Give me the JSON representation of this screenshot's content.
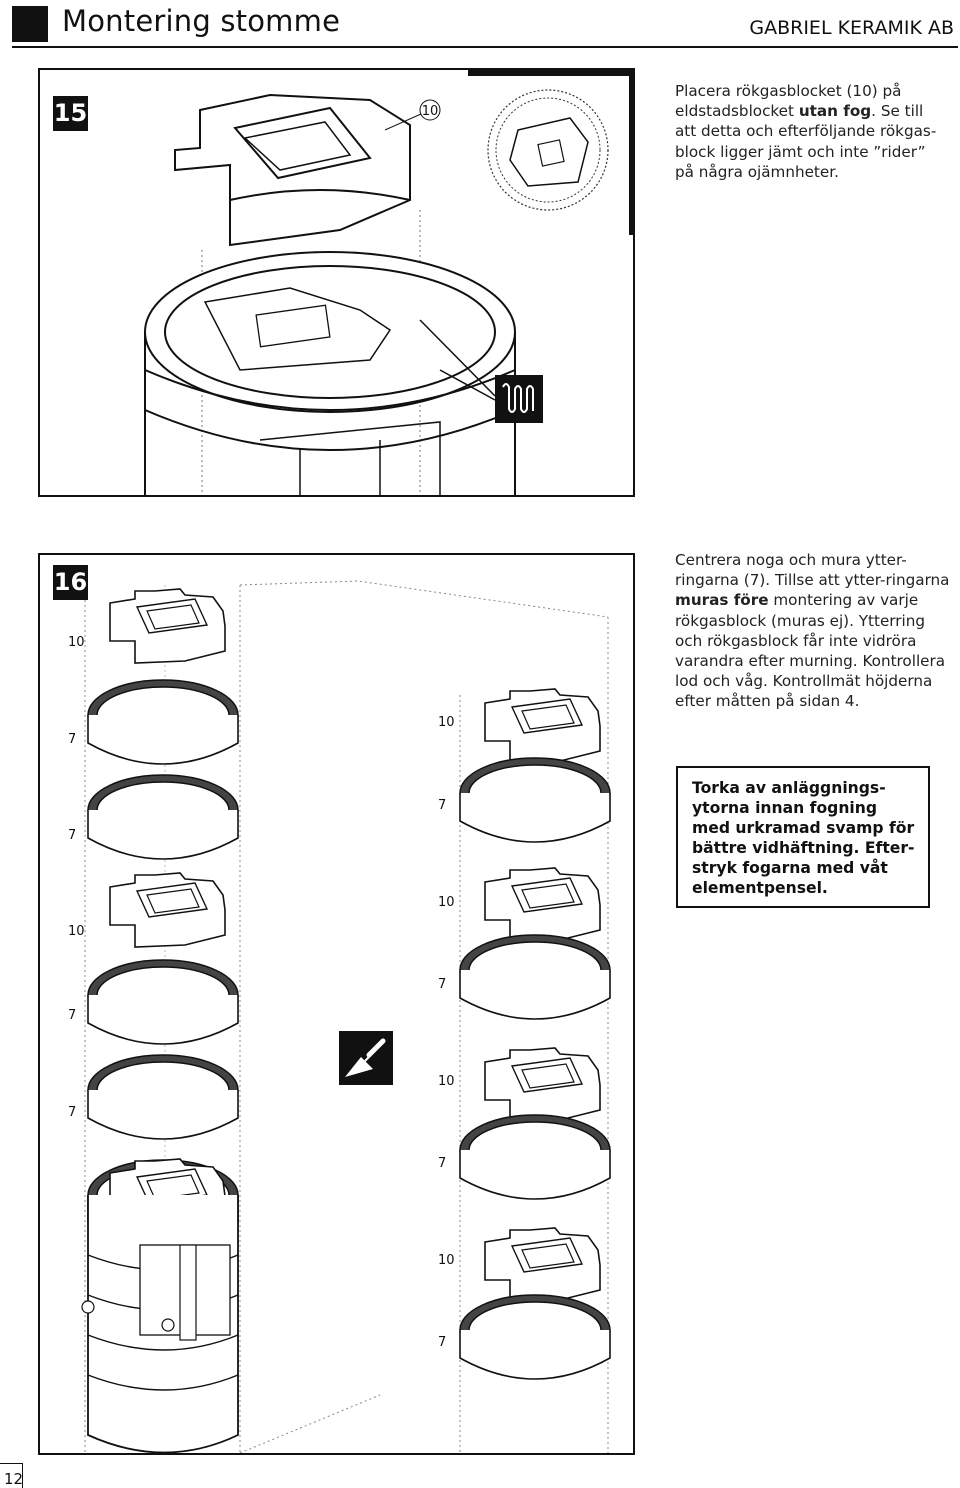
{
  "header": {
    "title": "Montering stomme",
    "brand": "GABRIEL KERAMIK AB"
  },
  "step15": {
    "number": "15",
    "part_label": "10",
    "text_parts": [
      "Placera rökgasblocket (10) på eldstadsblocket ",
      "utan fog",
      ". Se till att detta och efterföljande rökgas-block ligger jämt och inte ”rider” på några ojämnheter."
    ]
  },
  "step16": {
    "number": "16",
    "left_labels": [
      "10",
      "7",
      "7",
      "10",
      "7",
      "7"
    ],
    "right_labels": [
      "10",
      "7",
      "10",
      "7",
      "10",
      "7",
      "10",
      "7"
    ],
    "text_parts": [
      "Centrera noga och mura ytter-ringarna (7). Tillse att ytter-ringarna ",
      "muras före",
      " montering av varje rökgasblock (muras ej). Ytterring och rökgasblock får inte vidröra varandra efter murning. Kontrollera lod och våg. Kontrollmät höjderna efter måtten på sidan 4."
    ],
    "note": "Torka av anläggnings-ytorna innan fogning med urkramad svamp för bättre vidhäftning. Efter-stryk fogarna med våt elementpensel."
  },
  "icons": {
    "mortar_bead": "mortar-bead-icon",
    "trowel": "trowel-icon"
  },
  "page_number": "12"
}
